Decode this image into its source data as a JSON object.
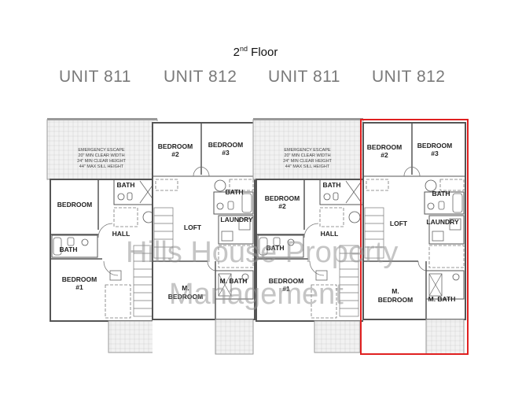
{
  "header": {
    "floor_number": "2",
    "floor_suffix": "nd",
    "floor_word": "Floor"
  },
  "units": [
    {
      "label": "UNIT 811"
    },
    {
      "label": "UNIT 812"
    },
    {
      "label": "UNIT 811"
    },
    {
      "label": "UNIT 812"
    }
  ],
  "plan": {
    "egress_note": [
      "EMERGENCY ESCAPE",
      "20\" MIN CLEAR WIDTH",
      "24\" MIN CLEAR HEIGHT",
      "44\" MAX SILL HEIGHT"
    ],
    "unit_811_rooms": {
      "bath_top": "BATH",
      "bedroom": "BEDROOM",
      "bedroom2_line1": "BEDROOM",
      "bedroom2_line2": "#2",
      "hall": "HALL",
      "bath_lower": "BATH",
      "bedroom1_line1": "BEDROOM",
      "bedroom1_line2": "#1"
    },
    "unit_812_rooms": {
      "bedroom2_line1": "BEDROOM",
      "bedroom2_line2": "#2",
      "bedroom3_line1": "BEDROOM",
      "bedroom3_line2": "#3",
      "bath": "BATH",
      "loft": "LOFT",
      "laundry": "LAUNDRY",
      "mbath": "M. BATH",
      "mbedroom_line1": "M.",
      "mbedroom_line2": "BEDROOM"
    },
    "highlight_color": "#e02020"
  },
  "watermark": {
    "line1": "Hills House Property",
    "line2": "Management"
  }
}
